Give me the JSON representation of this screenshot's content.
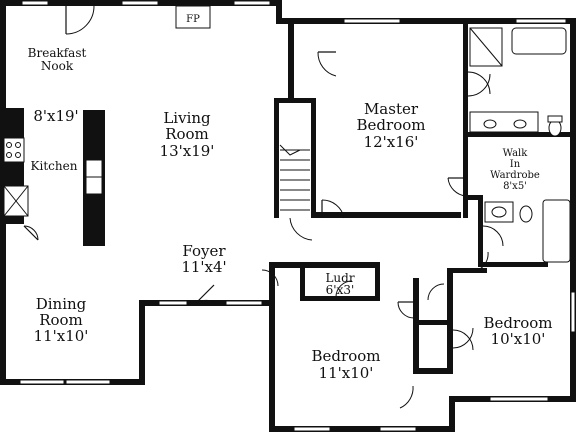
{
  "rooms": {
    "breakfast_nook": {
      "line1": "Breakfast",
      "line2": "Nook"
    },
    "kitchen": {
      "size": "8'x19'",
      "name": "Kitchen"
    },
    "living_room": {
      "line1": "Living",
      "line2": "Room",
      "size": "13'x19'"
    },
    "fireplace": {
      "label": "FP"
    },
    "master_bedroom": {
      "line1": "Master",
      "line2": "Bedroom",
      "size": "12'x16'"
    },
    "walk_in_wardrobe": {
      "line1": "Walk",
      "line2": "In",
      "line3": "Wardrobe",
      "size": "8'x5'"
    },
    "foyer": {
      "name": "Foyer",
      "size": "11'x4'"
    },
    "laundry": {
      "name": "Ludr",
      "size": "6'x3'"
    },
    "dining_room": {
      "line1": "Dining",
      "line2": "Room",
      "size": "11'x10'"
    },
    "bedroom_center": {
      "name": "Bedroom",
      "size": "11'x10'"
    },
    "bedroom_right": {
      "name": "Bedroom",
      "size": "10'x10'"
    }
  }
}
